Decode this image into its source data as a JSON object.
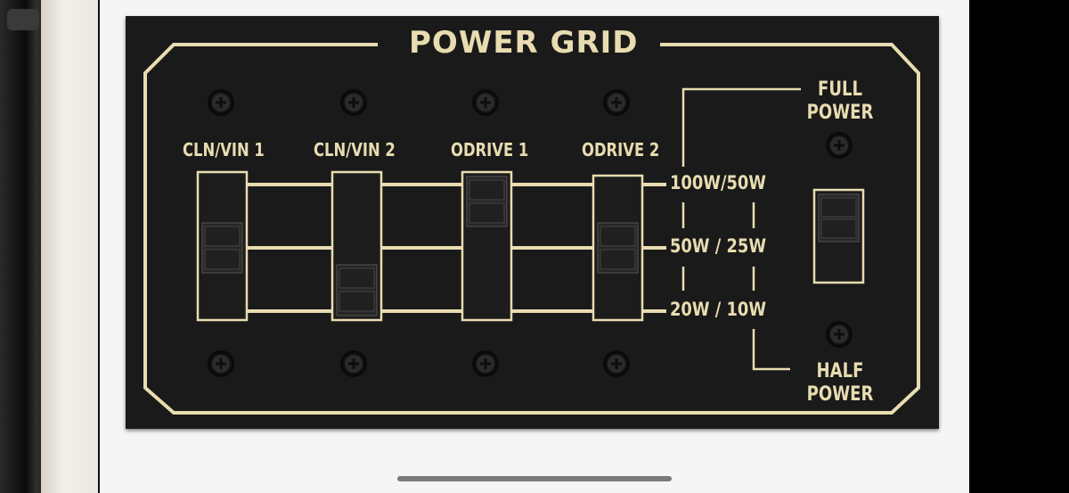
{
  "panel": {
    "title": "POWER GRID",
    "channels": [
      {
        "label": "CLN/VIN 1",
        "position": "50W / 25W"
      },
      {
        "label": "CLN/VIN 2",
        "position": "20W / 10W"
      },
      {
        "label": "ODRIVE 1",
        "position": "100W/50W"
      },
      {
        "label": "ODRIVE 2",
        "position": "50W / 25W"
      }
    ],
    "levels": [
      "100W/50W",
      "50W / 25W",
      "20W / 10W"
    ],
    "master": {
      "top_line1": "FULL",
      "top_line2": "POWER",
      "bottom_line1": "HALF",
      "bottom_line2": "POWER",
      "position": "FULL POWER"
    }
  },
  "colors": {
    "panel": "#1a1a1a",
    "gold": "#e8dcb0",
    "background": "#f5f5f5"
  }
}
